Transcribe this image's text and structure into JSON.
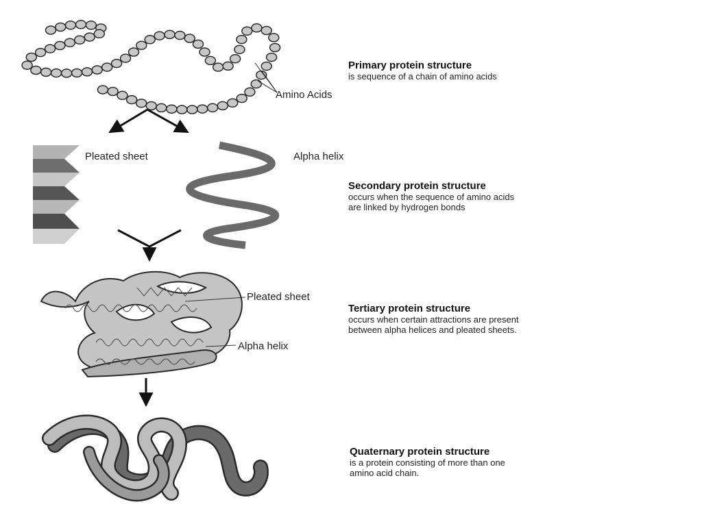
{
  "primary": {
    "title": "Primary protein structure",
    "desc": [
      "is sequence of a chain of amino acids"
    ],
    "label": "Amino Acids"
  },
  "secondary": {
    "title": "Secondary protein structure",
    "desc": [
      "occurs when the sequence of amino acids",
      "are linked by hydrogen bonds"
    ],
    "label_sheet": "Pleated sheet",
    "label_helix": "Alpha helix"
  },
  "tertiary": {
    "title": "Tertiary protein structure",
    "desc": [
      "occurs when certain attractions are present",
      "between alpha helices and pleated sheets."
    ],
    "label_sheet": "Pleated sheet",
    "label_helix": "Alpha helix"
  },
  "quaternary": {
    "title": "Quaternary protein structure",
    "desc": [
      "is a protein consisting of more than one",
      "amino acid chain."
    ]
  }
}
